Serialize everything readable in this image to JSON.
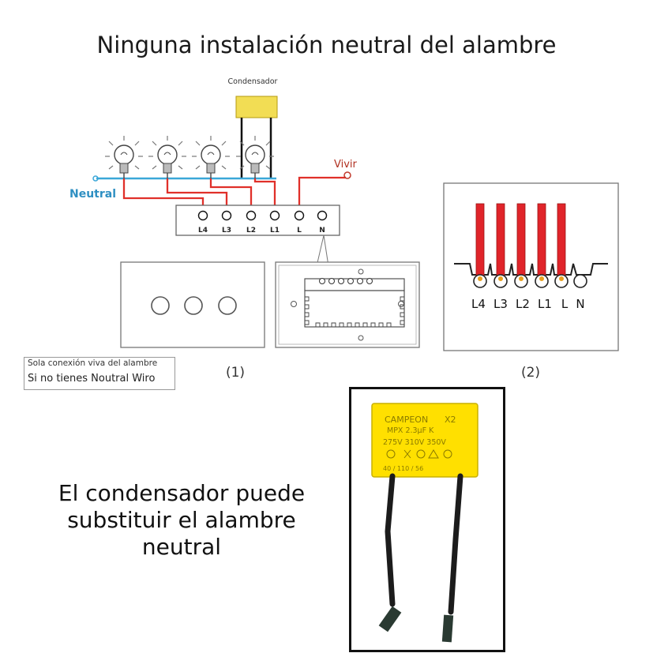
{
  "title": "Ninguna instalación neutral del alambre",
  "labels": {
    "capacitor": "Condensador",
    "neutral": "Neutral",
    "live": "Vivir",
    "figure_1": "(1)",
    "figure_2": "(2)"
  },
  "terminals_small": [
    "L4",
    "L3",
    "L2",
    "L1",
    "L",
    "N"
  ],
  "terminals_large": [
    "L4",
    "L3",
    "L2",
    "L1",
    "L",
    "N"
  ],
  "note": {
    "small": "Sola conexión viva del alambre",
    "main": "Si no tienes Noutral Wiro"
  },
  "caption": {
    "line1": "El condensador puede",
    "line2": "substituir el alambre",
    "line3": "neutral"
  },
  "capacitor_print": {
    "brand": "CAMPEON",
    "type": "X2",
    "model": "MPX 2.3µF K",
    "voltages": "275V 310V 350V",
    "bottom": "40 / 110 / 56"
  },
  "colors": {
    "neutral_wire": "#3aa7d8",
    "live_wire": "#e0302a",
    "capacitor_body": "#ffe000",
    "panel_stroke": "#666666"
  }
}
